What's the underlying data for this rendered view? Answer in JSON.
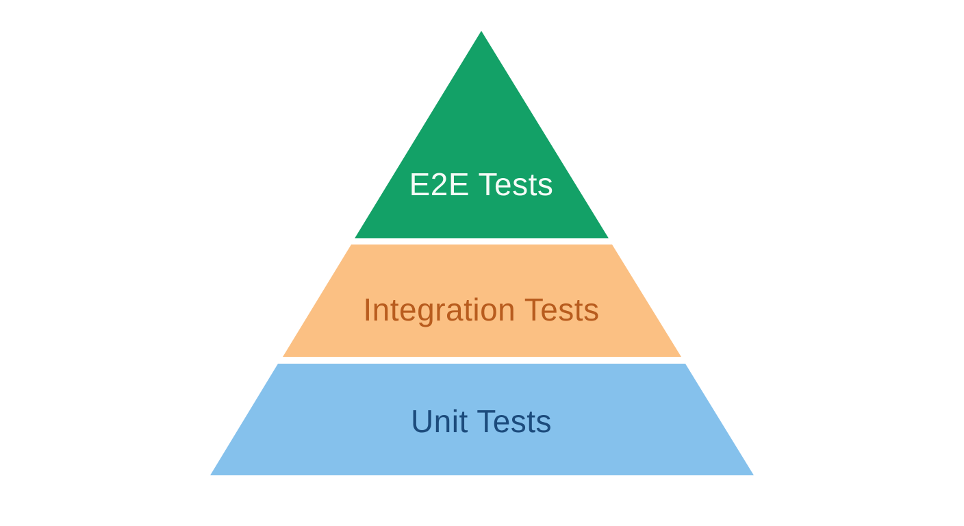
{
  "diagram": {
    "type": "pyramid",
    "background_color": "#ffffff",
    "tiers": [
      {
        "id": "e2e",
        "label": "E2E Tests",
        "fill": "#13A167",
        "text_color": "#F5FBF7",
        "position": "top"
      },
      {
        "id": "integration",
        "label": "Integration Tests",
        "fill": "#FBC083",
        "text_color": "#B85C1E",
        "position": "middle"
      },
      {
        "id": "unit",
        "label": "Unit Tests",
        "fill": "#85C1EC",
        "text_color": "#1C4B7C",
        "position": "bottom"
      }
    ]
  }
}
